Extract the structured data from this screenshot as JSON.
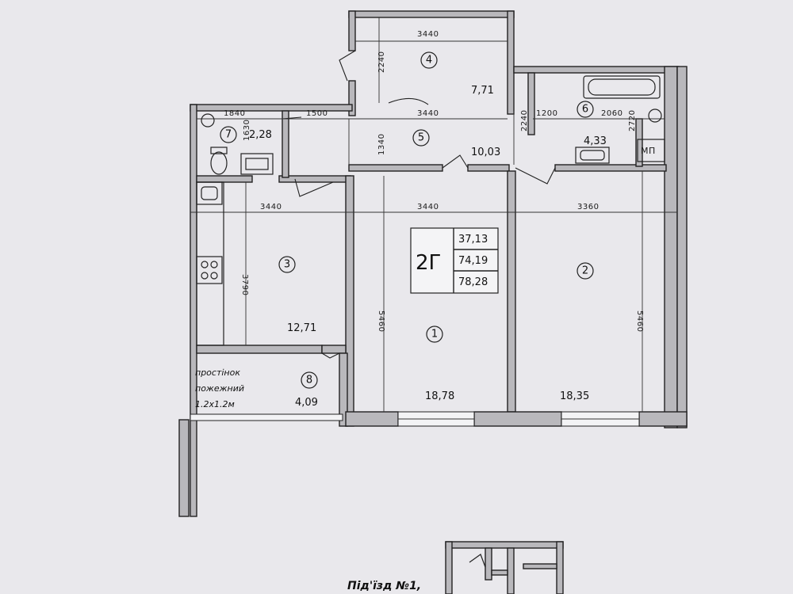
{
  "summary": {
    "type": "2Г",
    "living": "37,13",
    "total": "74,19",
    "gross": "78,28"
  },
  "rooms": [
    {
      "num": "1",
      "area": "18,78"
    },
    {
      "num": "2",
      "area": "18,35"
    },
    {
      "num": "3",
      "area": "12,71"
    },
    {
      "num": "4",
      "area": "7,71"
    },
    {
      "num": "5",
      "area": "10,03"
    },
    {
      "num": "6",
      "area": "4,33"
    },
    {
      "num": "7",
      "area": "2,28"
    },
    {
      "num": "8",
      "area": "4,09"
    }
  ],
  "dims": {
    "top_room4": "3440",
    "room4_h": "2240",
    "corr_h": "2240",
    "d1840": "1840",
    "d1500": "1500",
    "d3440_corr": "3440",
    "d1630": "1630",
    "d1340": "1340",
    "d1200": "1200",
    "d2060": "2060",
    "d2720": "2720",
    "d3440_a": "3440",
    "d3440_b": "3440",
    "d3360": "3360",
    "d3790": "3790",
    "d5460_a": "5460",
    "d5460_b": "5460"
  },
  "labels": {
    "mp": "МП",
    "fire_line1": "простінок",
    "fire_line2": "пожежний",
    "fire_line3": "1.2х1.2м",
    "entrance": "Під'їзд №1,"
  }
}
